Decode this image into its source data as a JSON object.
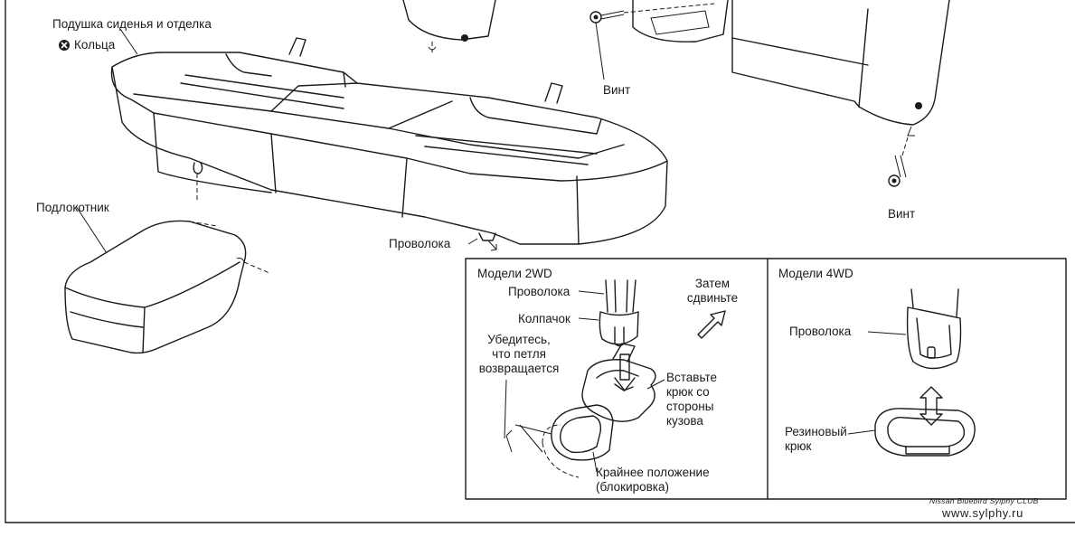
{
  "labels": {
    "seat_cushion": "Подушка сиденья и отделка",
    "rings": "Кольца",
    "screw_top": "Винт",
    "screw_right": "Винт",
    "armrest": "Подлокотник",
    "wire_main": "Проволока"
  },
  "panel_2wd": {
    "title": "Модели 2WD",
    "wire": "Проволока",
    "cap": "Колпачок",
    "then_slide_1": "Затем",
    "then_slide_2": "сдвиньте",
    "ensure_1": "Убедитесь,",
    "ensure_2": "что петля",
    "ensure_3": "возвращается",
    "insert_1": "Вставьте",
    "insert_2": "крюк со",
    "insert_3": "стороны",
    "insert_4": "кузова",
    "extreme_1": "Крайнее положение",
    "extreme_2": "(блокировка)"
  },
  "panel_4wd": {
    "title": "Модели 4WD",
    "wire": "Проволока",
    "rubber_1": "Резиновый",
    "rubber_2": "крюк"
  },
  "watermark": {
    "club": "Nissan Bluebird Sylphy CLUB",
    "url": "www.sylphy.ru"
  }
}
